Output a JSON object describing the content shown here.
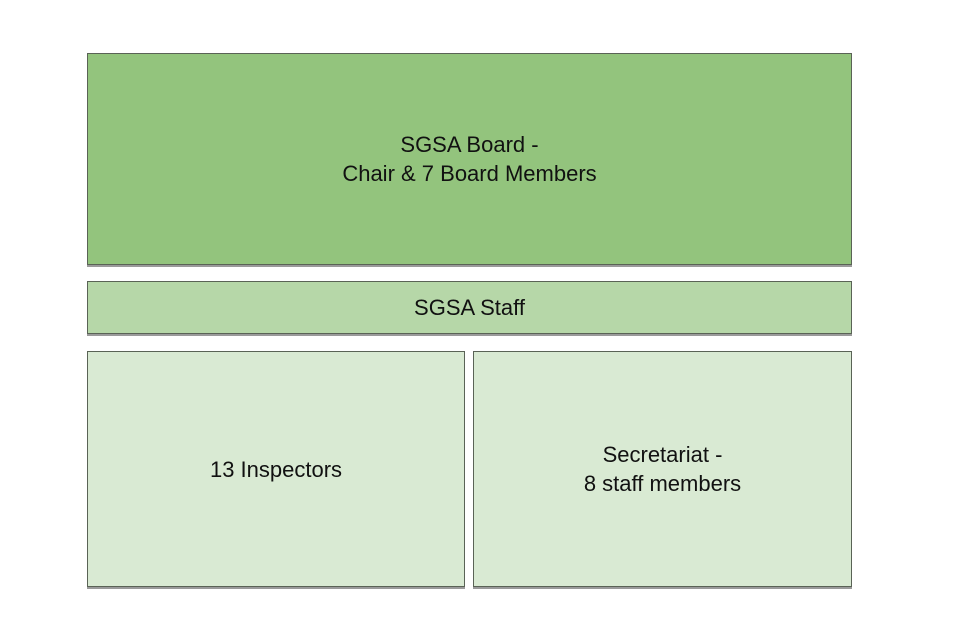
{
  "diagram": {
    "board": {
      "line1": "SGSA Board -",
      "line2": "Chair & 7 Board Members"
    },
    "staff": {
      "label": "SGSA Staff"
    },
    "inspectors": {
      "label": "13 Inspectors"
    },
    "secretariat": {
      "line1": "Secretariat -",
      "line2": "8 staff members"
    }
  },
  "colors": {
    "board": "#93c47d",
    "staff": "#b6d7a8",
    "teams": "#d9ead3"
  }
}
